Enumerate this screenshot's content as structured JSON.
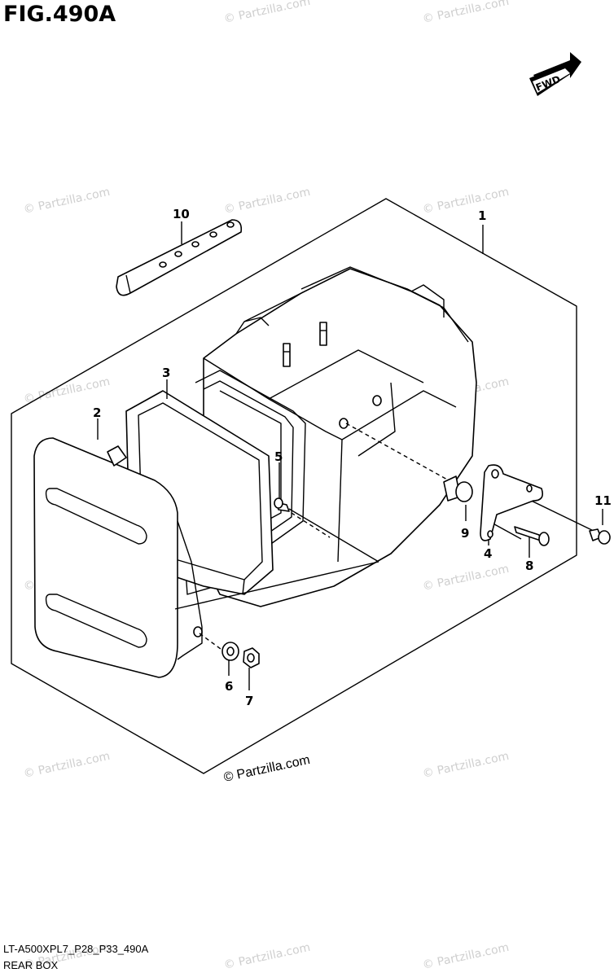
{
  "header": {
    "title": "FIG.490A"
  },
  "fwd_label": "FWD",
  "watermark": "© Partzilla.com",
  "copyright": "© Partzilla.com",
  "callouts": [
    "1",
    "2",
    "3",
    "4",
    "5",
    "6",
    "7",
    "8",
    "9",
    "10",
    "11"
  ],
  "footer": {
    "code": "LT-A500XPL7_P28_P33_490A",
    "name": "REAR BOX"
  }
}
